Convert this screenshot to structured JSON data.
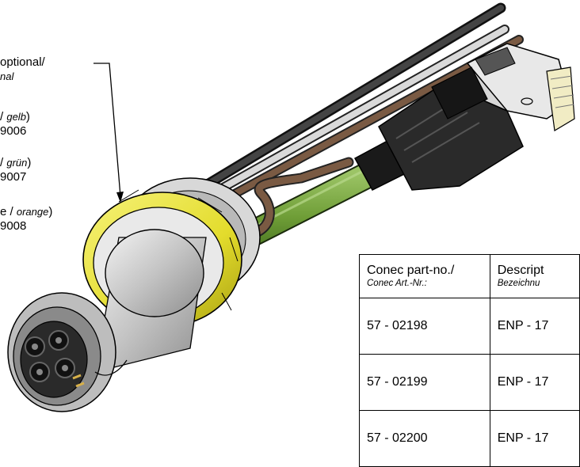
{
  "callouts": {
    "optional_line1": "optional/",
    "optional_line2": "nal",
    "yellow_en": "/ ",
    "yellow_de": "gelb",
    "yellow_close": ")",
    "yellow_code": "9006",
    "green_en": "/ ",
    "green_de": "grün",
    "green_close": ")",
    "green_code": "9007",
    "orange_en": "e / ",
    "orange_de": "orange",
    "orange_close": ")",
    "orange_code": "9008"
  },
  "table": {
    "header": {
      "col1": "Conec part-no./",
      "col1_sub": "Conec Art.-Nr.:",
      "col2": "Descript",
      "col2_sub": "Bezeichnu"
    },
    "rows": [
      {
        "part": "57 - 02198",
        "desc": "ENP - 17"
      },
      {
        "part": "57 - 02199",
        "desc": "ENP - 17"
      },
      {
        "part": "57 - 02200",
        "desc": "ENP - 17"
      }
    ]
  },
  "colors": {
    "nut_yellow": "#e6e033",
    "cable_green": "#6f9e37",
    "wire_brown": "#7a5a43",
    "wire_gray": "#cfcfcf",
    "wire_black": "#2f2f2f",
    "plug_black": "#1e1e1e",
    "metal": "#c9c9c9"
  }
}
